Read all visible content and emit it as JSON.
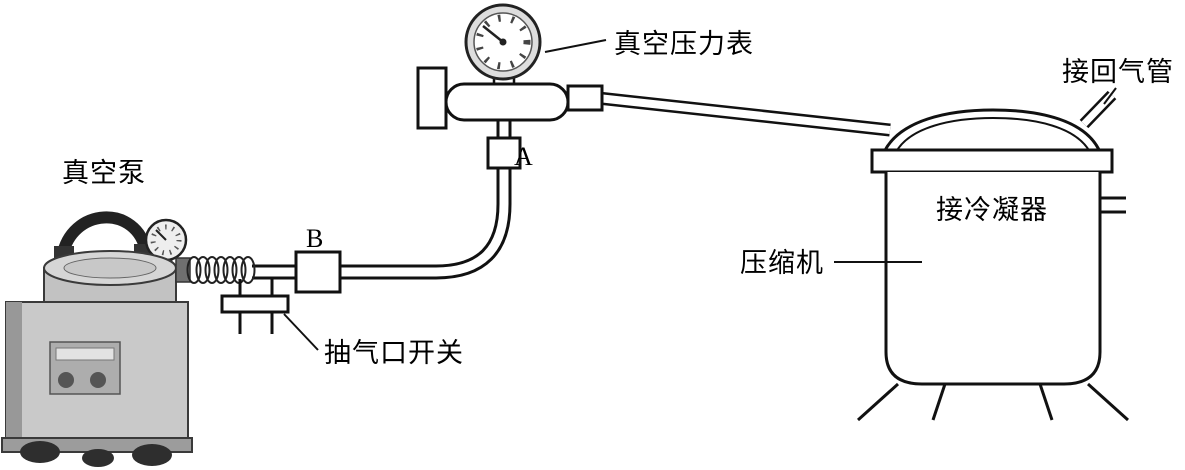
{
  "diagram": {
    "labels": {
      "vacuum_pump": "真空泵",
      "vacuum_pressure_gauge": "真空压力表",
      "return_gas_pipe": "接回气管",
      "condenser": "接冷凝器",
      "compressor": "压缩机",
      "suction_port_switch": "抽气口开关",
      "valve_a": "A",
      "valve_b": "B"
    },
    "colors": {
      "line": "#111111",
      "background": "#ffffff",
      "pump_body": "#c9c9c9"
    }
  }
}
